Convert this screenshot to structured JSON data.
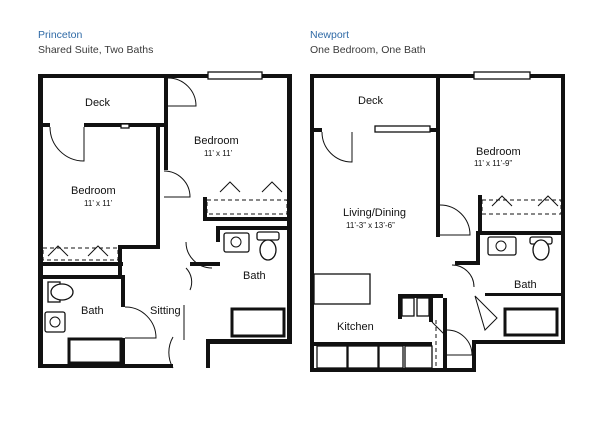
{
  "princeton": {
    "title": "Princeton",
    "subtitle": "Shared Suite, Two Baths",
    "rooms": {
      "deck": "Deck",
      "bedroom_top": "Bedroom",
      "bedroom_top_dim": "11’ x 11’",
      "bedroom_left": "Bedroom",
      "bedroom_left_dim": "11’ x 11’",
      "bath_right": "Bath",
      "bath_left": "Bath",
      "sitting": "Sitting"
    }
  },
  "newport": {
    "title": "Newport",
    "subtitle": "One Bedroom, One Bath",
    "rooms": {
      "deck": "Deck",
      "bedroom": "Bedroom",
      "bedroom_dim": "11’ x 11’-9”",
      "living": "Living/Dining",
      "living_dim": "11’-3” x 13’-6”",
      "bath": "Bath",
      "kitchen": "Kitchen"
    }
  }
}
